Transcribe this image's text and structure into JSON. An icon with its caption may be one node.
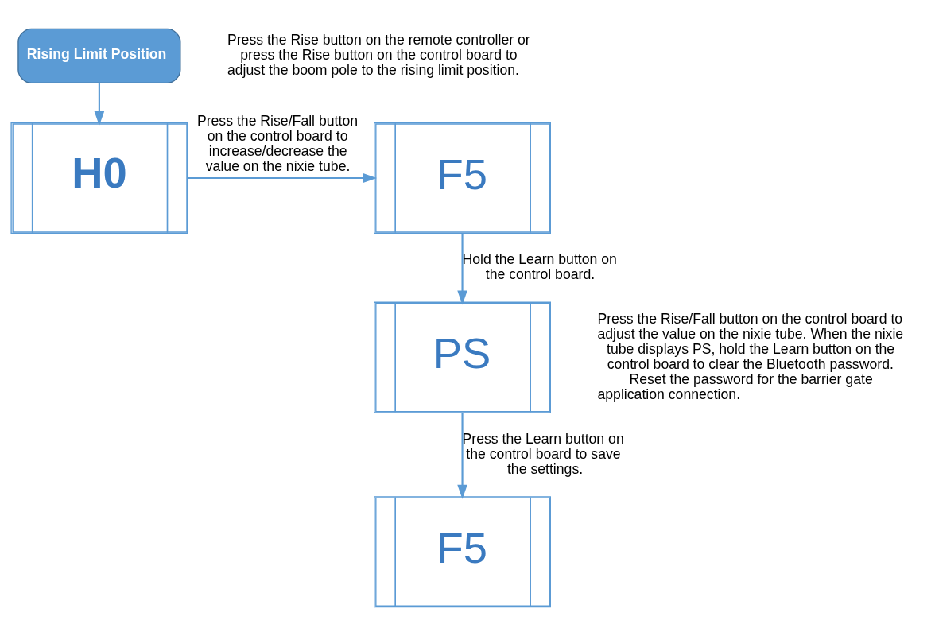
{
  "diagram": {
    "nodes": [
      {
        "text": [
          "Rising Limit Position"
        ],
        "beside": [
          "Press the Rise button on the remote controller or press the Rise button on the control board to adjust the boom pole to the rising limit position."
        ]
      },
      {
        "text": [
          "H0"
        ]
      },
      {
        "text": [
          "F5"
        ]
      },
      {
        "text": [
          "PS"
        ],
        "beside": [
          "Press the Rise/Fall button on the control board to adjust the value on the nixie tube. When the nixie tube displays PS, hold the Learn button on the control board to clear the Bluetooth password. Reset the password for the barrier gate application connection."
        ]
      },
      {
        "text": [
          "F5"
        ]
      }
    ],
    "edges": [
      {
        "from": 0,
        "to": 1,
        "arrow": "to"
      },
      {
        "from": 1,
        "to": 2,
        "arrow": "to",
        "label": "Press the Rise/Fall button on the control board to increase/decrease the value on the nixie tube."
      },
      {
        "from": 2,
        "to": 3,
        "arrow": "to",
        "label": "Hold the Learn button on the control board."
      },
      {
        "from": 3,
        "to": 4,
        "arrow": "to",
        "label": "Press the Learn button on the control board to save the settings."
      }
    ]
  }
}
